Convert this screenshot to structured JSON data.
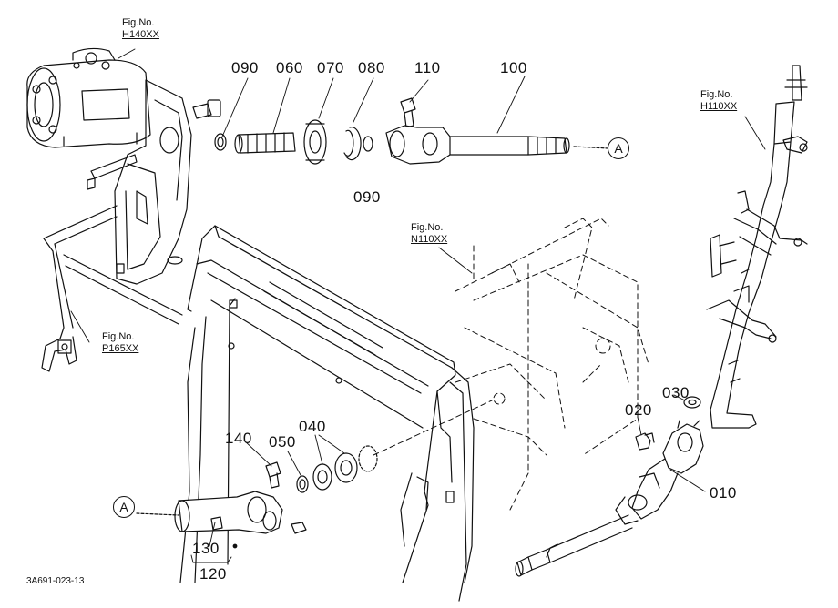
{
  "drawing_code": "3A691-023-13",
  "part_numbers": {
    "p090_top": "090",
    "p060": "060",
    "p070": "070",
    "p080": "080",
    "p110": "110",
    "p100": "100",
    "p090_mid": "090",
    "p030": "030",
    "p020": "020",
    "p010": "010",
    "p140": "140",
    "p050": "050",
    "p040": "040",
    "p130": "130",
    "p120": "120"
  },
  "fig_refs": [
    {
      "label": "Fig.No.",
      "ref": "H140XX"
    },
    {
      "label": "Fig.No.",
      "ref": "H110XX"
    },
    {
      "label": "Fig.No.",
      "ref": "N110XX"
    },
    {
      "label": "Fig.No.",
      "ref": "P165XX"
    }
  ],
  "connectors": {
    "top": "A",
    "bottom": "A"
  }
}
